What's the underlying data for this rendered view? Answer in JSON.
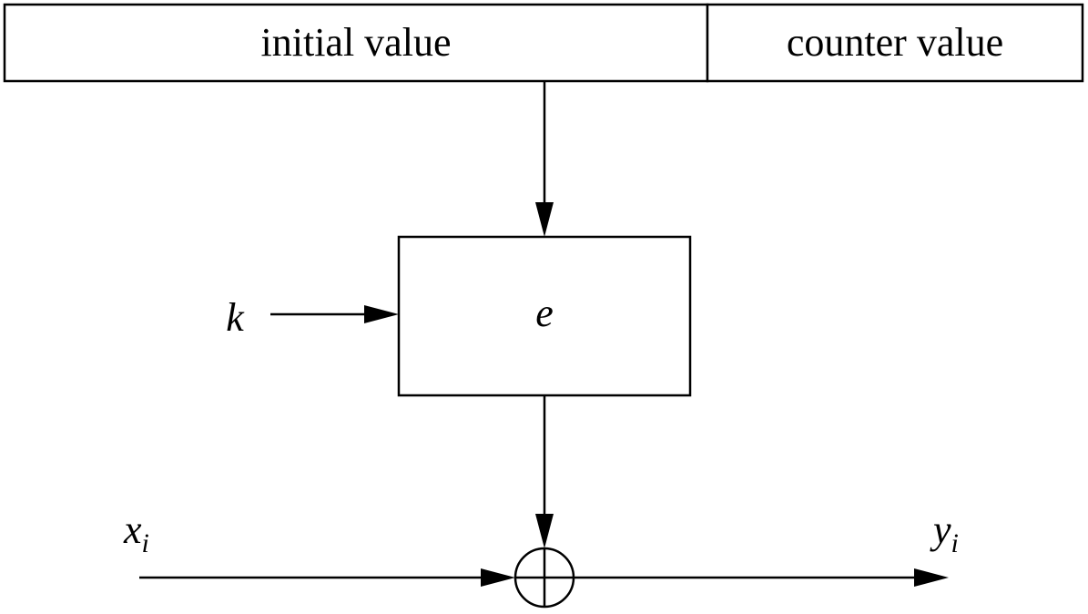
{
  "header": {
    "initial_value_label": "initial value",
    "counter_value_label": "counter value"
  },
  "cipher": {
    "function_label": "e",
    "key_label": "k"
  },
  "input": {
    "symbol": "x",
    "subscript": "i"
  },
  "output": {
    "symbol": "y",
    "subscript": "i"
  },
  "colors": {
    "stroke": "#000000",
    "background": "#ffffff"
  }
}
